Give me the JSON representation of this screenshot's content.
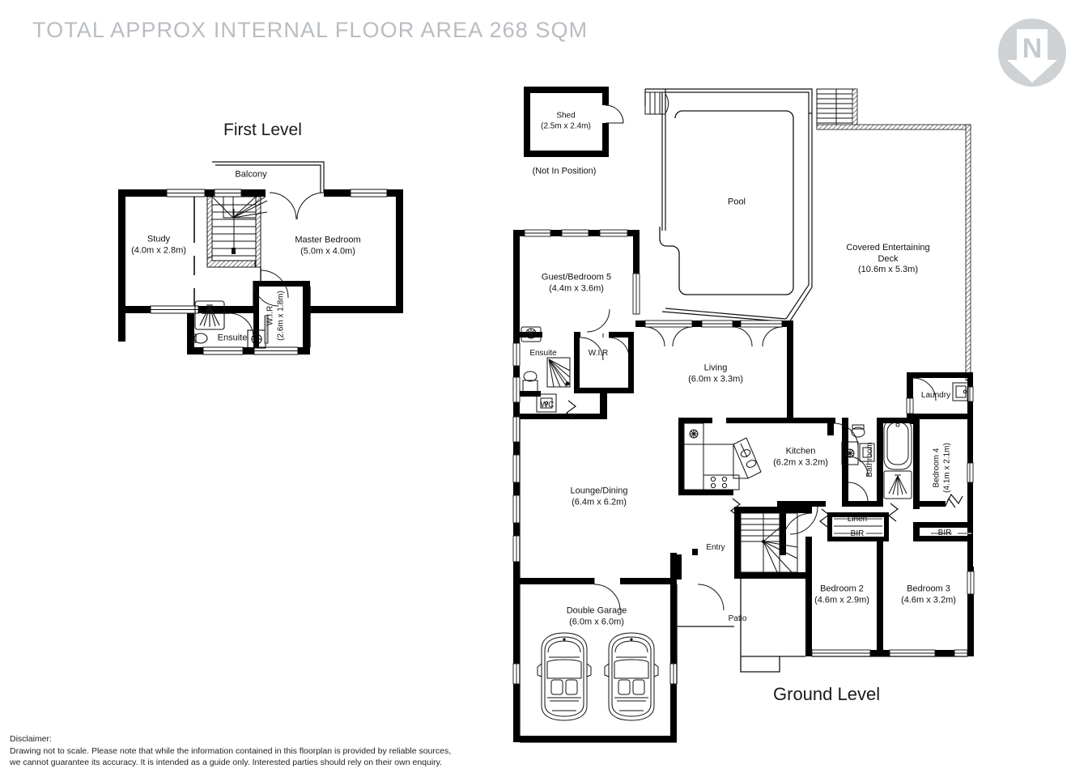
{
  "header": {
    "title": "TOTAL APPROX INTERNAL FLOOR AREA 268 SQM",
    "title_color": "#b9bdc1"
  },
  "compass": {
    "icon": "north-arrow-icon",
    "letter": "N",
    "circle_color": "#cfd2d4",
    "arrow_color": "#ffffff",
    "letter_color": "#c7cacc"
  },
  "levels": {
    "first": {
      "caption": "First Level"
    },
    "ground": {
      "caption": "Ground Level"
    }
  },
  "first_level_rooms": [
    {
      "name": "Study",
      "dims": "(4.0m x 2.8m)"
    },
    {
      "name": "Master Bedroom",
      "dims": "(5.0m x 4.0m)"
    },
    {
      "name": "Balcony",
      "dims": ""
    },
    {
      "name": "Ensuite",
      "dims": ""
    },
    {
      "name": "W.I.R",
      "dims": "(2.6m x 1.8m)"
    }
  ],
  "ground_level_rooms": [
    {
      "name": "Shed",
      "dims": "(2.5m x 2.4m)"
    },
    {
      "name": "(Not In Position)",
      "dims": ""
    },
    {
      "name": "Pool",
      "dims": ""
    },
    {
      "name": "Covered Entertaining Deck",
      "dims": "(10.6m x 5.3m)"
    },
    {
      "name": "Guest/Bedroom 5",
      "dims": "(4.4m x 3.6m)"
    },
    {
      "name": "Ensuite",
      "dims": ""
    },
    {
      "name": "W.I.R",
      "dims": ""
    },
    {
      "name": "WC",
      "dims": ""
    },
    {
      "name": "Living",
      "dims": "(6.0m x 3.3m)"
    },
    {
      "name": "Kitchen",
      "dims": "(6.2m x 3.2m)"
    },
    {
      "name": "Lounge/Dining",
      "dims": "(6.4m x 6.2m)"
    },
    {
      "name": "Laundry",
      "dims": ""
    },
    {
      "name": "Bathroom",
      "dims": ""
    },
    {
      "name": "Bedroom 4",
      "dims": "(4.1m x 2.1m)"
    },
    {
      "name": "Linen",
      "dims": ""
    },
    {
      "name": "BIR",
      "dims": ""
    },
    {
      "name": "BIR",
      "dims": ""
    },
    {
      "name": "Bedroom 2",
      "dims": "(4.6m x 2.9m)"
    },
    {
      "name": "Bedroom 3",
      "dims": "(4.6m x 3.2m)"
    },
    {
      "name": "Entry",
      "dims": ""
    },
    {
      "name": "Patio",
      "dims": ""
    },
    {
      "name": "Double Garage",
      "dims": "(6.0m x 6.0m)"
    }
  ],
  "labels": {
    "study_name": "Study",
    "study_dims": "(4.0m x 2.8m)",
    "master_name": "Master Bedroom",
    "master_dims": "(5.0m x 4.0m)",
    "balcony_name": "Balcony",
    "fl_ensuite_name": "Ensuite",
    "fl_wir": "W.I.R\n(2.6m x 1.8m)",
    "fl_wir_name": "W.I.R",
    "fl_wir_dims": "(2.6m x 1.8m)",
    "shed_name": "Shed",
    "shed_dims": "(2.5m x 2.4m)",
    "shed_note": "(Not In Position)",
    "pool_name": "Pool",
    "deck_name": "Covered Entertaining",
    "deck_name2": "Deck",
    "deck_dims": "(10.6m x 5.3m)",
    "guest_name": "Guest/Bedroom 5",
    "guest_dims": "(4.4m x 3.6m)",
    "gl_ensuite_name": "Ensuite",
    "gl_wir_name": "W.I.R",
    "wc_name": "WC",
    "living_name": "Living",
    "living_dims": "(6.0m x 3.3m)",
    "kitchen_name": "Kitchen",
    "kitchen_dims": "(6.2m x 3.2m)",
    "lounge_name": "Lounge/Dining",
    "lounge_dims": "(6.4m x 6.2m)",
    "laundry_name": "Laundry",
    "bathroom_name": "Bathroom",
    "bed4_name": "Bedroom 4",
    "bed4_dims": "(4.1m x 2.1m)",
    "linen_name": "Linen",
    "bir1_name": "BIR",
    "bir2_name": "BIR",
    "bed2_name": "Bedroom 2",
    "bed2_dims": "(4.6m x 2.9m)",
    "bed3_name": "Bedroom 3",
    "bed3_dims": "(4.6m x 3.2m)",
    "entry_name": "Entry",
    "patio_name": "Patio",
    "garage_name": "Double Garage",
    "garage_dims": "(6.0m x 6.0m)"
  },
  "disclaimer": {
    "heading": "Disclaimer:",
    "line1": "Drawing not to scale. Please note that while the information contained in this floorplan is provided by reliable sources,",
    "line2": "we cannot guarantee its accuracy. It is intended as a guide only. Interested parties should rely on their own enquiry."
  },
  "colors": {
    "wall": "#000000",
    "thin_line": "#1a1a1a",
    "background": "#ffffff",
    "title_gray": "#b9bdc1"
  }
}
